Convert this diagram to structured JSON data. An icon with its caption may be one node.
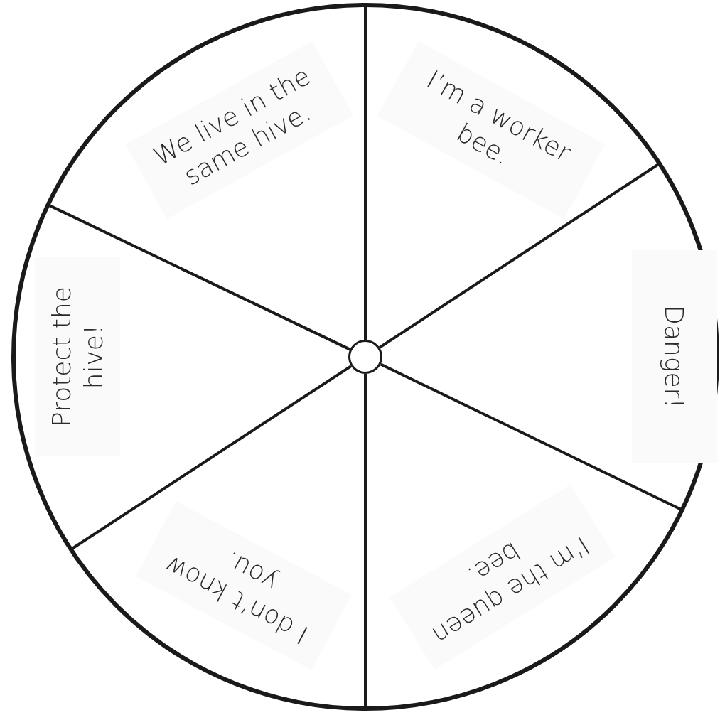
{
  "diagram": {
    "nodes": [
      {
        "text": [
          "I’m a worker bee."
        ]
      },
      {
        "text": [
          "Danger!"
        ]
      },
      {
        "text": [
          "I’m the queen bee."
        ]
      },
      {
        "text": [
          "I don’t know you."
        ]
      },
      {
        "text": [
          "Protect the hive!"
        ]
      },
      {
        "text": [
          "We live in the same hive."
        ]
      },
      {
        "text": [],
        "shape": "circle"
      }
    ]
  }
}
